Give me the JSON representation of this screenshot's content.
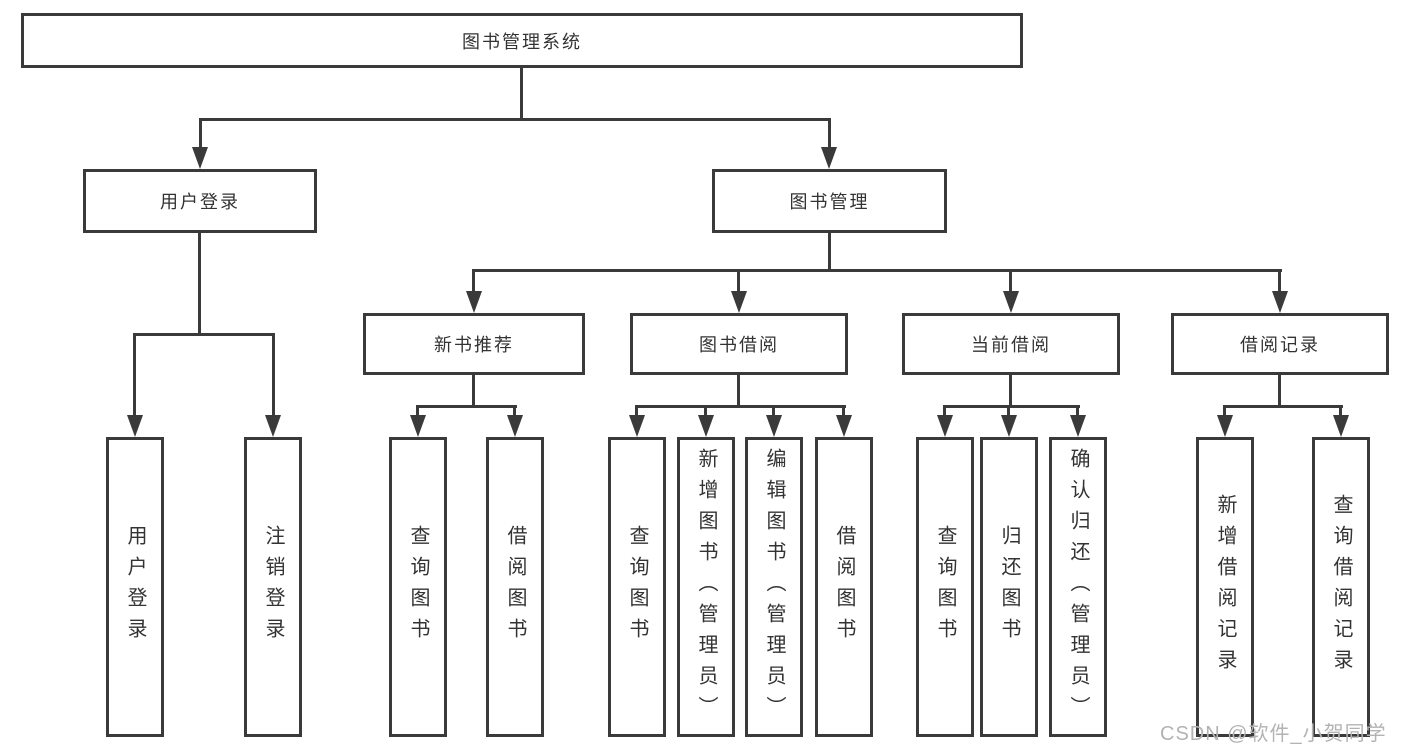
{
  "diagram": {
    "title": "图书管理系统",
    "root": {
      "label": "图书管理系统"
    },
    "level2": {
      "user_login": {
        "label": "用户登录"
      },
      "book_management": {
        "label": "图书管理"
      }
    },
    "level3": {
      "new_book_recommend": {
        "label": "新书推荐",
        "parent": "图书管理"
      },
      "book_borrowing": {
        "label": "图书借阅",
        "parent": "图书管理"
      },
      "current_borrowing": {
        "label": "当前借阅",
        "parent": "图书管理"
      },
      "borrowing_records": {
        "label": "借阅记录",
        "parent": "图书管理"
      }
    },
    "leaves": {
      "user_login": {
        "label": "用户登录",
        "parent": "用户登录"
      },
      "logout": {
        "label": "注销登录",
        "parent": "用户登录"
      },
      "nb_query_books": {
        "label": "查询图书",
        "parent": "新书推荐"
      },
      "nb_borrow_books": {
        "label": "借阅图书",
        "parent": "新书推荐"
      },
      "bb_query_books": {
        "label": "查询图书",
        "parent": "图书借阅"
      },
      "bb_add_books": {
        "label": "新增图书（管理员）",
        "parent": "图书借阅"
      },
      "bb_edit_books": {
        "label": "编辑图书（管理员）",
        "parent": "图书借阅"
      },
      "bb_borrow_books": {
        "label": "借阅图书",
        "parent": "图书借阅"
      },
      "cb_query_books": {
        "label": "查询图书",
        "parent": "当前借阅"
      },
      "cb_return_books": {
        "label": "归还图书",
        "parent": "当前借阅"
      },
      "cb_confirm_return": {
        "label": "确认归还（管理员）",
        "parent": "当前借阅"
      },
      "br_add_record": {
        "label": "新增借阅记录",
        "parent": "借阅记录"
      },
      "br_query_record": {
        "label": "查询借阅记录",
        "parent": "借阅记录"
      }
    },
    "watermark": {
      "label": "CSDN @软件_小贺同学"
    }
  },
  "colors": {
    "line": "#3a3a3a",
    "text": "#333333",
    "box_background": "#ffffff",
    "page_background": "#ffffff",
    "watermark": "#b3b3b3"
  }
}
